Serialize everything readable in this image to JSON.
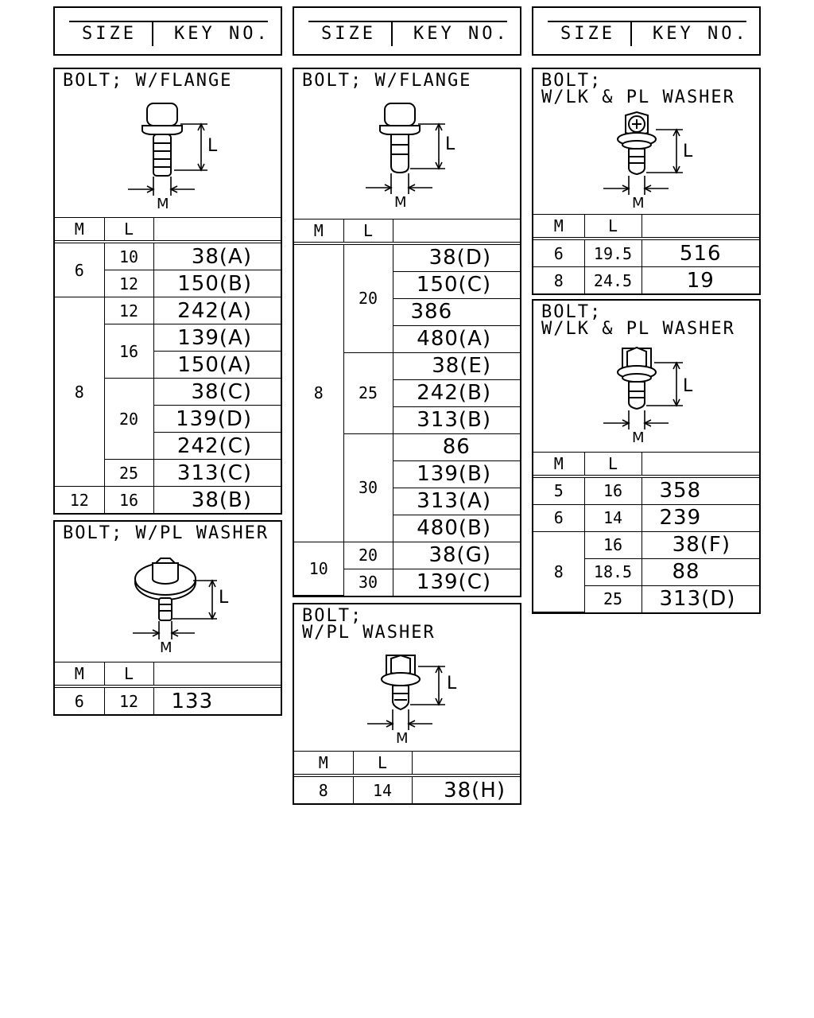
{
  "header": {
    "size_label": "SIZE",
    "key_label": "KEY NO."
  },
  "table_header": {
    "m": "M",
    "l": "L"
  },
  "dimension_labels": {
    "length": "L",
    "diameter": "M"
  },
  "panels": {
    "p1": {
      "title": "BOLT; W/FLANGE",
      "rows": [
        {
          "m": "6",
          "l": "10",
          "key": "38(A)"
        },
        {
          "l": "12",
          "key": "150(B)"
        },
        {
          "m": "8",
          "l": "12",
          "key": "242(A)"
        },
        {
          "l": "16",
          "key": "139(A)"
        },
        {
          "key": "150(A)"
        },
        {
          "l": "20",
          "key": "38(C)"
        },
        {
          "key": "139(D)"
        },
        {
          "key": "242(C)"
        },
        {
          "l": "25",
          "key": "313(C)"
        },
        {
          "m": "12",
          "l": "16",
          "key": "38(B)"
        }
      ]
    },
    "p2": {
      "title": "BOLT; W/PL WASHER",
      "rows": [
        {
          "m": "6",
          "l": "12",
          "key": "133"
        }
      ]
    },
    "p3": {
      "title": "BOLT; W/FLANGE",
      "rows": [
        {
          "m": "8",
          "l": "20",
          "key": "38(D)"
        },
        {
          "key": "150(C)"
        },
        {
          "key": "386"
        },
        {
          "key": "480(A)"
        },
        {
          "l": "25",
          "key": "38(E)"
        },
        {
          "key": "242(B)"
        },
        {
          "key": "313(B)"
        },
        {
          "l": "30",
          "key": "86"
        },
        {
          "key": "139(B)"
        },
        {
          "key": "313(A)"
        },
        {
          "key": "480(B)"
        },
        {
          "m": "10",
          "l": "20",
          "key": "38(G)"
        },
        {
          "l": "30",
          "key": "139(C)"
        }
      ]
    },
    "p4": {
      "title": "BOLT;\nW/PL WASHER",
      "rows": [
        {
          "m": "8",
          "l": "14",
          "key": "38(H)"
        }
      ]
    },
    "p5": {
      "title": "BOLT;\nW/LK & PL WASHER",
      "rows": [
        {
          "m": "6",
          "l": "19.5",
          "key": "516"
        },
        {
          "m": "8",
          "l": "24.5",
          "key": "19"
        }
      ]
    },
    "p6": {
      "title": "BOLT;\nW/LK & PL WASHER",
      "rows": [
        {
          "m": "5",
          "l": "16",
          "key": "358"
        },
        {
          "m": "6",
          "l": "14",
          "key": "239"
        },
        {
          "m": "8",
          "l": "16",
          "key": "38(F)"
        },
        {
          "l": "18.5",
          "key": "88"
        },
        {
          "l": "25",
          "key": "313(D)"
        }
      ]
    }
  }
}
